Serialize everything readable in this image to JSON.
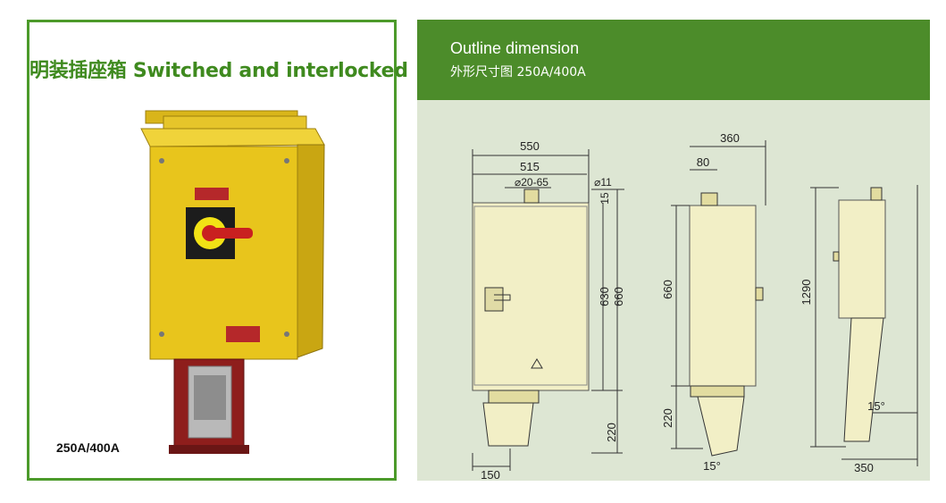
{
  "left_panel": {
    "title": "明装插座箱 Switched and interlocked",
    "rating": "250A/400A"
  },
  "right_panel": {
    "header_title": "Outline dimension",
    "header_subtitle": "外形尺寸图 250A/400A",
    "dimensions": {
      "front_width_overall": "550",
      "front_width_inner": "515",
      "cable_gland": "⌀20-65",
      "mount_hole": "⌀11",
      "top_offset": "15",
      "body_height_inner": "630",
      "body_height_outer": "660",
      "socket_height": "220",
      "socket_width": "150",
      "side_depth": "360",
      "side_gland_offset": "80",
      "side_height": "660",
      "side_socket_height": "220",
      "side_angle": "15°",
      "total_height": "1290",
      "mounted_angle": "15°",
      "mounted_depth": "350"
    }
  },
  "colors": {
    "brand_green": "#4c8c2a",
    "panel_bg": "#dde6d3",
    "enclosure_yellow": "#e8c51c",
    "drawing_fill": "#f2efc6"
  }
}
